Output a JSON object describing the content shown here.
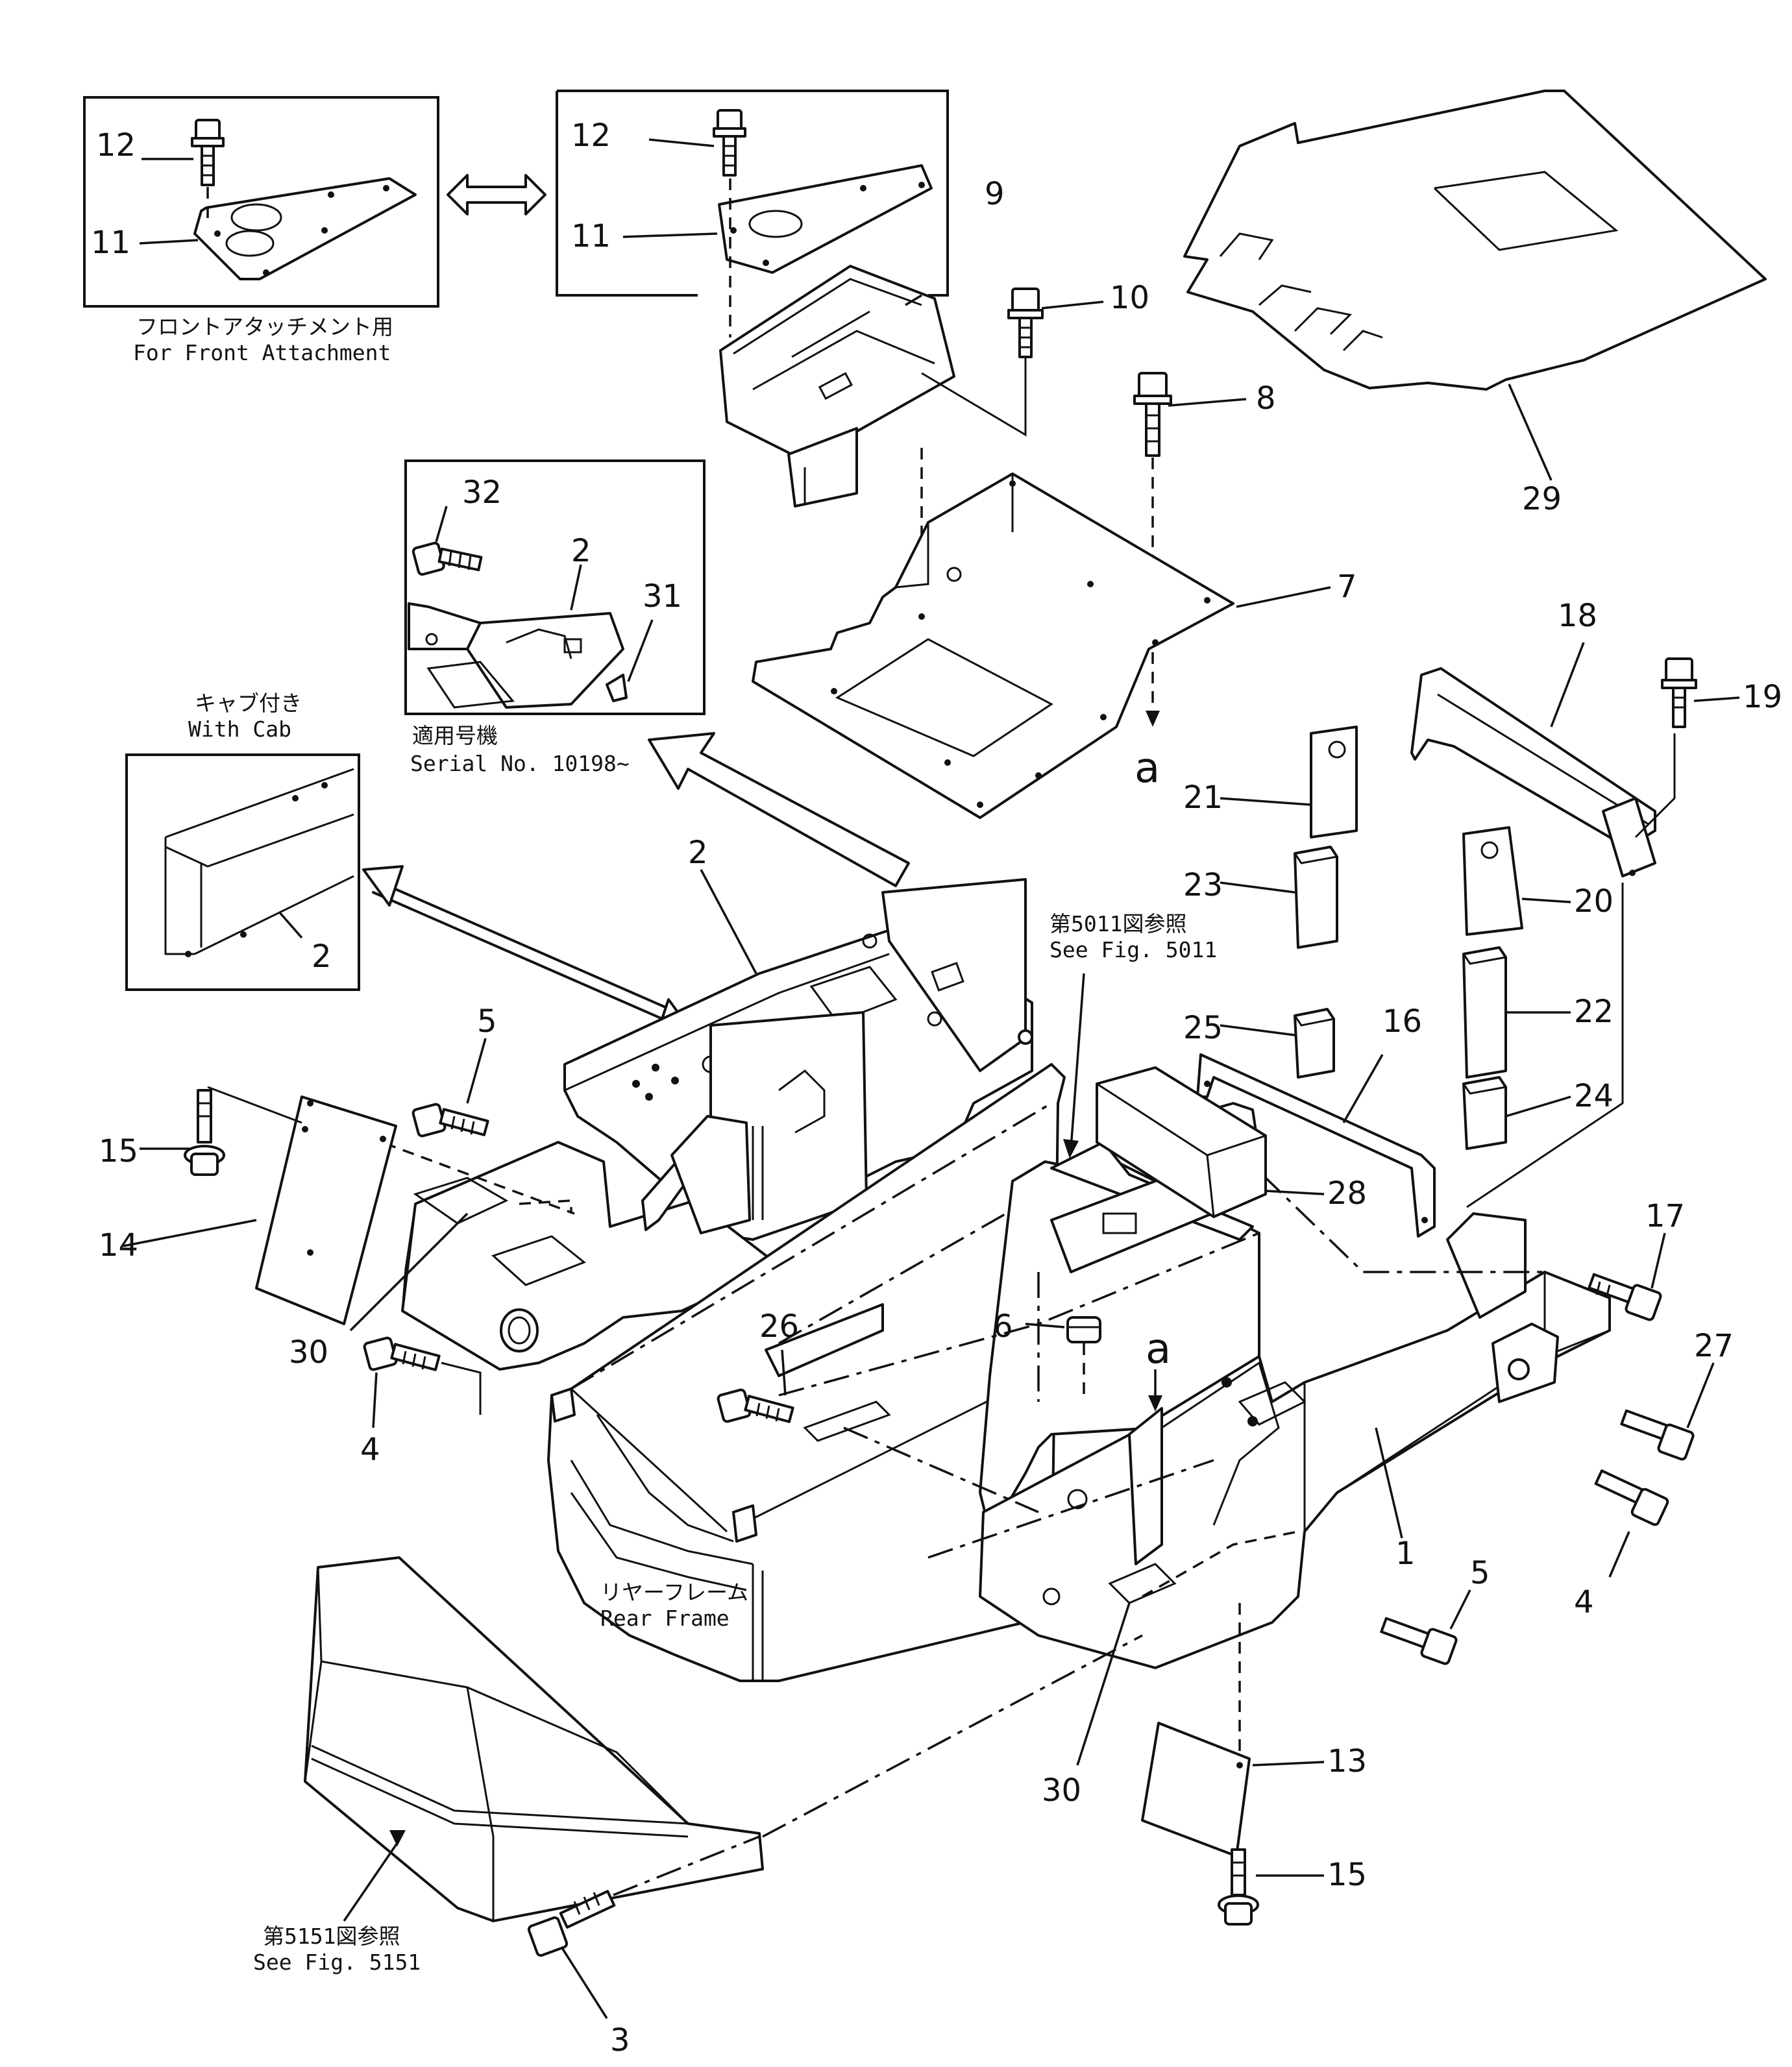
{
  "notes": {
    "front_attachment_jp": "フロントアタッチメント用",
    "front_attachment_en": "For Front Attachment",
    "with_cab_jp": "キャブ付き",
    "with_cab_en": "With Cab",
    "serial_jp": "適用号機",
    "serial_en": "Serial No. 10198~",
    "see_5011_jp": "第5011図参照",
    "see_5011_en": "See Fig. 5011",
    "rear_frame_jp": "リヤーフレーム",
    "rear_frame_en": "Rear Frame",
    "see_5151_jp": "第5151図参照",
    "see_5151_en": "See Fig. 5151",
    "view_a_top": "a",
    "view_a_bottom": "a"
  },
  "callouts": [
    {
      "id": "c12a",
      "label": "12"
    },
    {
      "id": "c11a",
      "label": "11"
    },
    {
      "id": "c12b",
      "label": "12"
    },
    {
      "id": "c11b",
      "label": "11"
    },
    {
      "id": "c9",
      "label": "9"
    },
    {
      "id": "c10",
      "label": "10"
    },
    {
      "id": "c8",
      "label": "8"
    },
    {
      "id": "c29",
      "label": "29"
    },
    {
      "id": "c7",
      "label": "7"
    },
    {
      "id": "c32",
      "label": "32"
    },
    {
      "id": "c2a",
      "label": "2"
    },
    {
      "id": "c31",
      "label": "31"
    },
    {
      "id": "c18",
      "label": "18"
    },
    {
      "id": "c19",
      "label": "19"
    },
    {
      "id": "c21",
      "label": "21"
    },
    {
      "id": "c23",
      "label": "23"
    },
    {
      "id": "c20",
      "label": "20"
    },
    {
      "id": "c25",
      "label": "25"
    },
    {
      "id": "c22",
      "label": "22"
    },
    {
      "id": "c24",
      "label": "24"
    },
    {
      "id": "c16",
      "label": "16"
    },
    {
      "id": "c28",
      "label": "28"
    },
    {
      "id": "c2b",
      "label": "2"
    },
    {
      "id": "c2c",
      "label": "2"
    },
    {
      "id": "c5a",
      "label": "5"
    },
    {
      "id": "c15a",
      "label": "15"
    },
    {
      "id": "c14",
      "label": "14"
    },
    {
      "id": "c30a",
      "label": "30"
    },
    {
      "id": "c4a",
      "label": "4"
    },
    {
      "id": "c26",
      "label": "26"
    },
    {
      "id": "c6",
      "label": "6"
    },
    {
      "id": "c17",
      "label": "17"
    },
    {
      "id": "c27",
      "label": "27"
    },
    {
      "id": "c1",
      "label": "1"
    },
    {
      "id": "c4b",
      "label": "4"
    },
    {
      "id": "c5b",
      "label": "5"
    },
    {
      "id": "c13",
      "label": "13"
    },
    {
      "id": "c30b",
      "label": "30"
    },
    {
      "id": "c15b",
      "label": "15"
    },
    {
      "id": "c3",
      "label": "3"
    }
  ]
}
